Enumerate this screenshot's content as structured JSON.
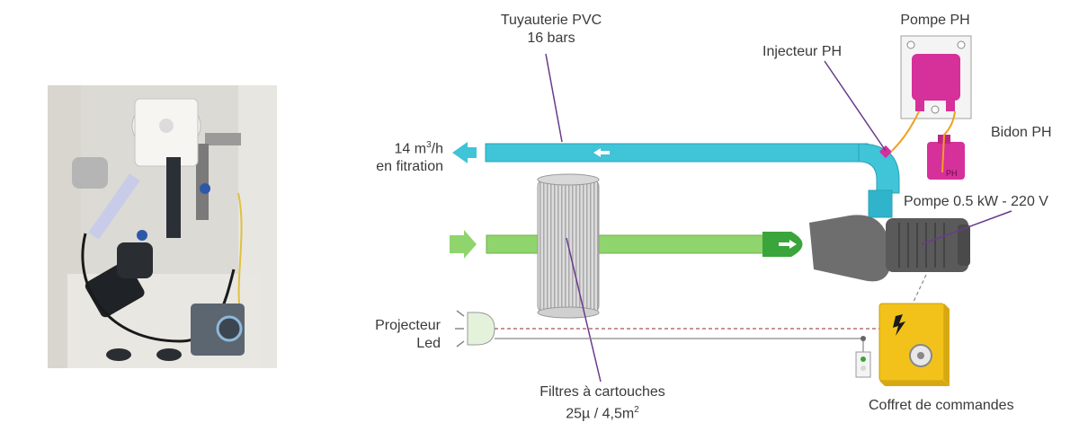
{
  "labels": {
    "pipe_title": "Tuyauterie PVC",
    "pipe_pressure": "16 bars",
    "pump_ph": "Pompe PH",
    "injector_ph": "Injecteur PH",
    "tank_ph": "Bidon PH",
    "tank_ph_mark": "PH",
    "flow_number": "14 m",
    "flow_exponent": "3",
    "flow_unit": "/h",
    "flow_mode": "en fitration",
    "pump_main": "Pompe 0.5 kW - 220 V",
    "projector_line1": "Projecteur",
    "projector_line2": "Led",
    "filter_line1": "Filtres à cartouches",
    "filter_line2_prefix": "25µ / 4,5m",
    "filter_line2_exponent": "2",
    "control_box": "Coffret de commandes"
  },
  "colors": {
    "pipe_out": "#3fc4d8",
    "pipe_in": "#8fd46c",
    "pump_body": "#6e6e6e",
    "ph_pump": "#d6309a",
    "control_box": "#f2c21a",
    "leader_line": "#6a3a8c"
  }
}
